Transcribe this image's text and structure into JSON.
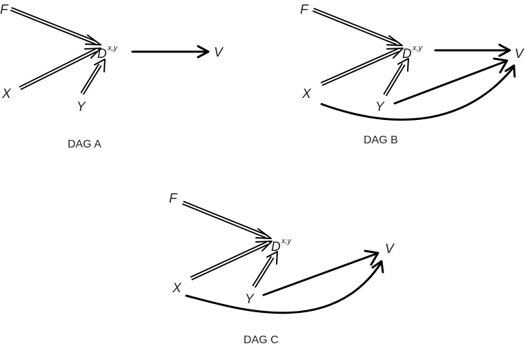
{
  "diagrams": [
    {
      "caption": "DAG A",
      "nodes": {
        "F": "F",
        "X": "X",
        "Y": "Y",
        "D": "D",
        "D_sup": "x,y",
        "V": "V"
      }
    },
    {
      "caption": "DAG B",
      "nodes": {
        "F": "F",
        "X": "X",
        "Y": "Y",
        "D": "D",
        "D_sup": "x,y",
        "V": "V"
      }
    },
    {
      "caption": "DAG C",
      "nodes": {
        "F": "F",
        "X": "X",
        "Y": "Y",
        "D": "D",
        "D_sup": "x,y",
        "V": "V"
      }
    }
  ]
}
